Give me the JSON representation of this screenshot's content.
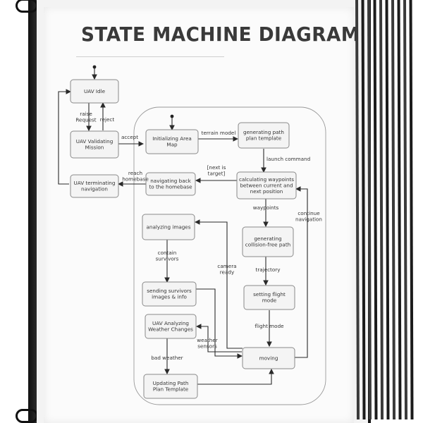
{
  "diagram": {
    "title": "STATE MACHINE DIAGRAM",
    "nodes": [
      {
        "id": "idle",
        "lines": [
          "UAV Idle"
        ]
      },
      {
        "id": "validating",
        "lines": [
          "UAV Validating",
          "Mission"
        ]
      },
      {
        "id": "terminating",
        "lines": [
          "UAV terminating",
          "navigation"
        ]
      },
      {
        "id": "init_map",
        "lines": [
          "Initializing Area",
          "Map"
        ]
      },
      {
        "id": "gen_template",
        "lines": [
          "generating path",
          "plan template"
        ]
      },
      {
        "id": "calc_waypoints",
        "lines": [
          "calculating waypoints",
          "between current and",
          "next position"
        ]
      },
      {
        "id": "nav_back",
        "lines": [
          "navigating back",
          "to the homebase"
        ]
      },
      {
        "id": "analyzing",
        "lines": [
          "analyzing images"
        ]
      },
      {
        "id": "gen_path",
        "lines": [
          "generating",
          "collision-free path"
        ]
      },
      {
        "id": "sending",
        "lines": [
          "sending survivors",
          "images & info"
        ]
      },
      {
        "id": "flight_mode",
        "lines": [
          "setting flight",
          "mode"
        ]
      },
      {
        "id": "weather",
        "lines": [
          "UAV Analyzing",
          "Weather Changes"
        ]
      },
      {
        "id": "moving",
        "lines": [
          "moving"
        ]
      },
      {
        "id": "updating",
        "lines": [
          "Updating Path",
          "Plan Template"
        ]
      }
    ],
    "edge_labels": [
      {
        "id": "raise",
        "lines": [
          "raise",
          "Request"
        ]
      },
      {
        "id": "reject",
        "lines": [
          "reject"
        ]
      },
      {
        "id": "accept",
        "lines": [
          "accept"
        ]
      },
      {
        "id": "terrain",
        "lines": [
          "terrain model"
        ]
      },
      {
        "id": "launch",
        "lines": [
          "launch command"
        ]
      },
      {
        "id": "next_target",
        "lines": [
          "[next is",
          "target]"
        ]
      },
      {
        "id": "reach",
        "lines": [
          "reach",
          "homebase"
        ]
      },
      {
        "id": "waypoints",
        "lines": [
          "waypoints"
        ]
      },
      {
        "id": "continue",
        "lines": [
          "continue",
          "navigation"
        ]
      },
      {
        "id": "contain",
        "lines": [
          "contain",
          "survivors"
        ]
      },
      {
        "id": "camera",
        "lines": [
          "camera",
          "ready"
        ]
      },
      {
        "id": "trajectory",
        "lines": [
          "trajectory"
        ]
      },
      {
        "id": "flightmode_lbl",
        "lines": [
          "flight mode"
        ]
      },
      {
        "id": "weather_sensors",
        "lines": [
          "weather",
          "sensors"
        ]
      },
      {
        "id": "bad_weather",
        "lines": [
          "bad weather"
        ]
      }
    ]
  }
}
